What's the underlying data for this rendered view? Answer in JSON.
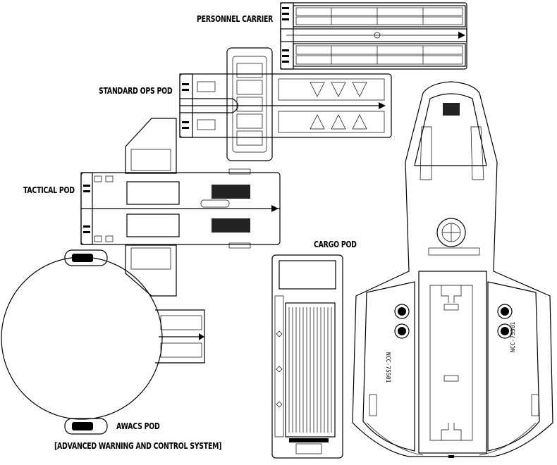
{
  "labels": {
    "personnel_carrier": "PERSONNEL CARRIER",
    "standard_ops_pod": "STANDARD OPS POD",
    "tactical_pod": "TACTICAL POD",
    "cargo_pod": "CARGO POD",
    "awacs_pod": "AWACS POD",
    "awacs_subtitle": "[ADVANCED WARNING AND CONTROL SYSTEM]"
  },
  "registry": {
    "left": "NCC-75501",
    "right": "NCC-75501"
  }
}
